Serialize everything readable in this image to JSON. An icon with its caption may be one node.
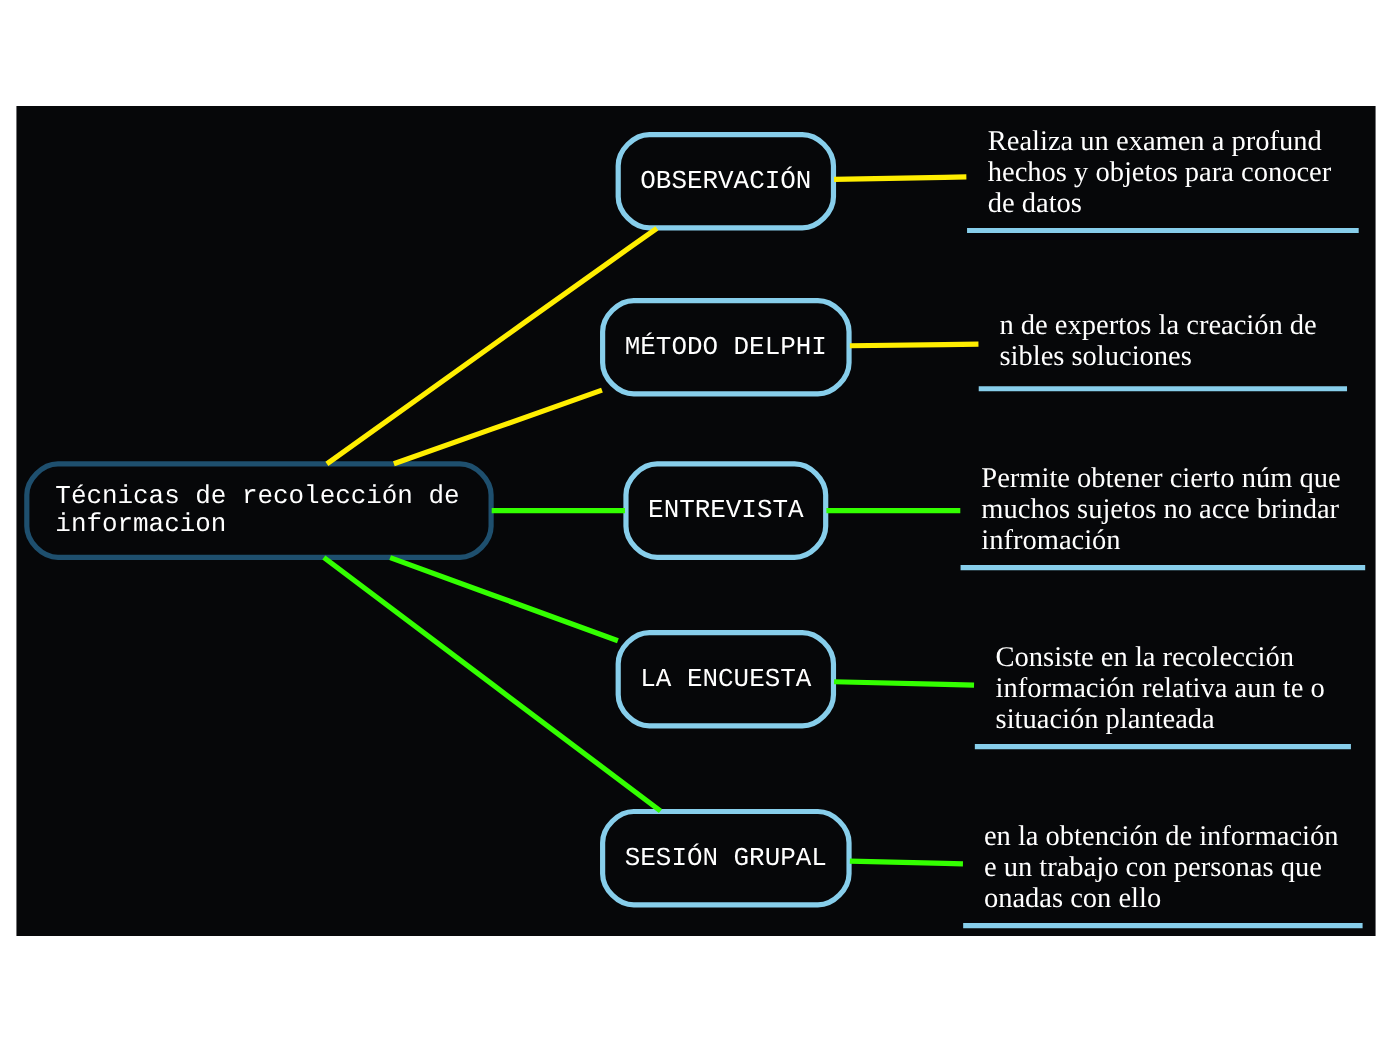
{
  "diagram": {
    "nodes": [
      {
        "text": [
          "Técnicas de recolección de informacion"
        ]
      },
      {
        "text": [
          "OBSERVACIÓN"
        ]
      },
      {
        "text": [
          "Realiza un examen a profund hechos y objetos para conocer de datos"
        ]
      },
      {
        "text": [
          "MÉTODO DELPHI"
        ]
      },
      {
        "text": [
          "n de expertos la creación de sibles soluciones"
        ]
      },
      {
        "text": [
          "ENTREVISTA"
        ]
      },
      {
        "text": [
          "Permite obtener cierto núm que muchos sujetos no acce brindar infromación"
        ]
      },
      {
        "text": [
          "LA ENCUESTA"
        ]
      },
      {
        "text": [
          "Consiste en la recolección información relativa aun te o situación planteada"
        ]
      },
      {
        "text": [
          "SESIÓN GRUPAL"
        ]
      },
      {
        "text": [
          "en la obtención de información e un trabajo con personas que onadas con ello"
        ]
      }
    ],
    "edges": [
      {
        "from": 0,
        "to": 1,
        "arrow": "none",
        "color": "#ffee00"
      },
      {
        "from": 1,
        "to": 2,
        "arrow": "none",
        "color": "#ffee00"
      },
      {
        "from": 0,
        "to": 3,
        "arrow": "none",
        "color": "#ffee00"
      },
      {
        "from": 3,
        "to": 4,
        "arrow": "none",
        "color": "#ffee00"
      },
      {
        "from": 0,
        "to": 5,
        "arrow": "none"
      },
      {
        "from": 5,
        "to": 6,
        "arrow": "none"
      },
      {
        "from": 0,
        "to": 7,
        "arrow": "none"
      },
      {
        "from": 7,
        "to": 8,
        "arrow": "none"
      },
      {
        "from": 0,
        "to": 9,
        "arrow": "none"
      },
      {
        "from": 9,
        "to": 10,
        "arrow": "none"
      }
    ]
  }
}
